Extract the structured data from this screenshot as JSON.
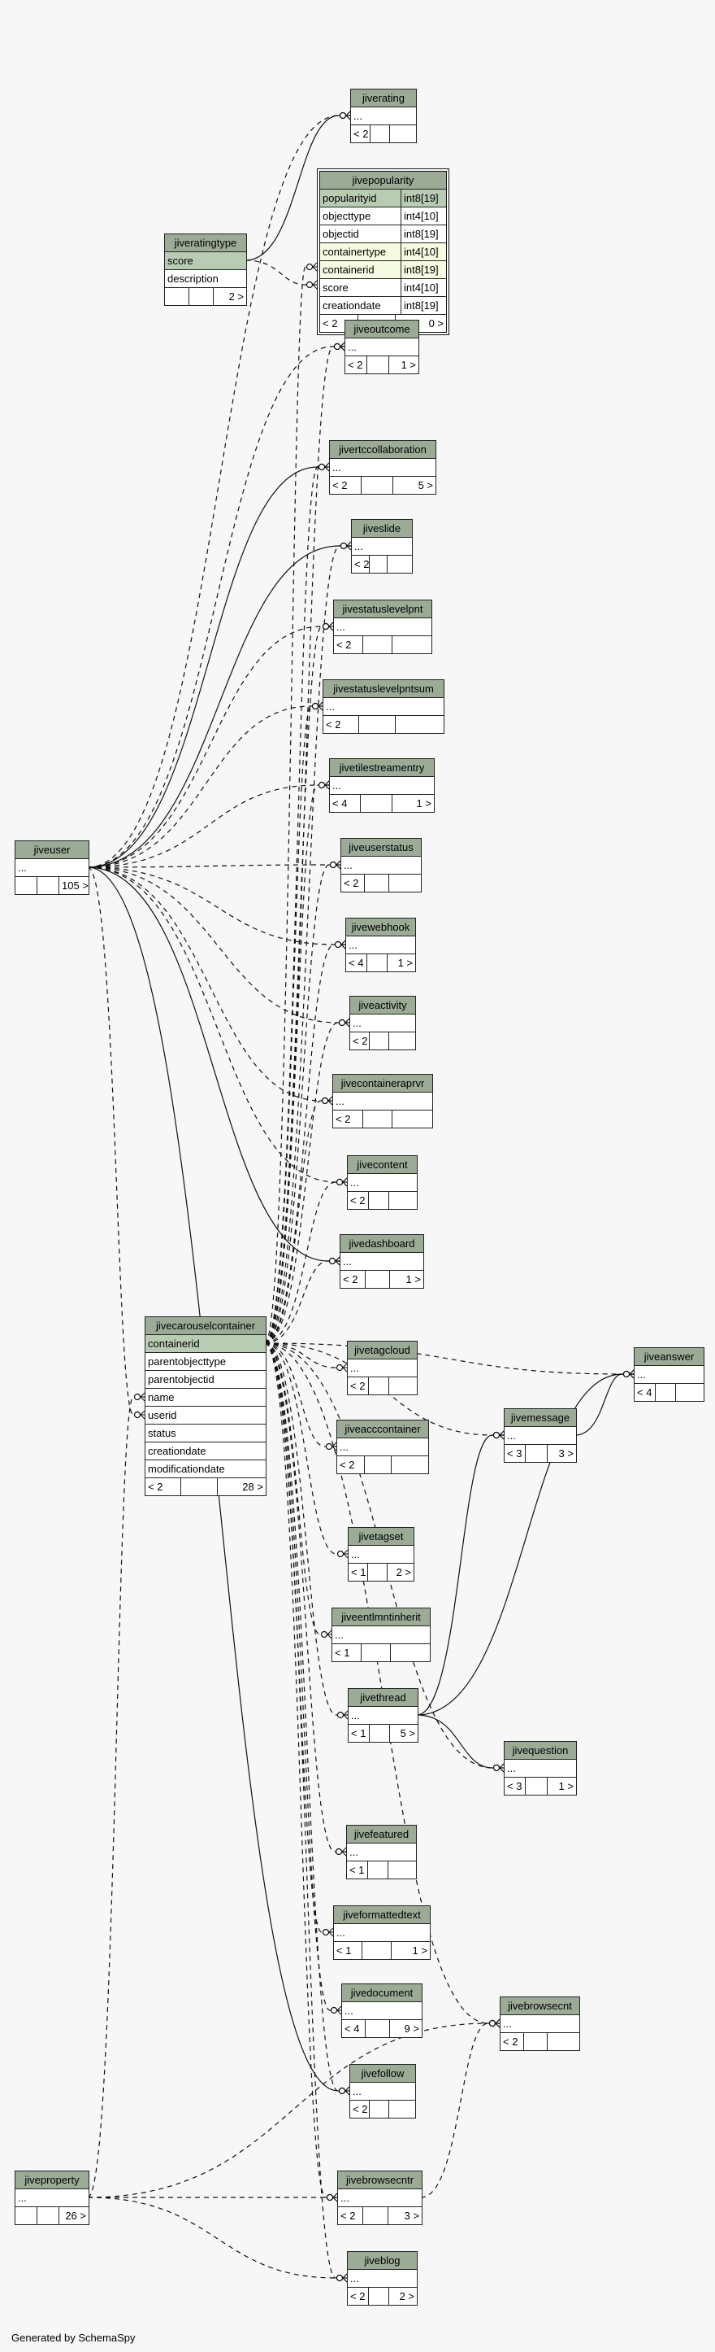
{
  "footer": "Generated by SchemaSpy",
  "tables": {
    "jiverating": {
      "name": "jiverating",
      "rows": [
        "..."
      ],
      "stats": [
        "< 2",
        "",
        ""
      ]
    },
    "jivepopularity": {
      "name": "jivepopularity",
      "columns": [
        {
          "name": "popularityid",
          "type": "int8[19]"
        },
        {
          "name": "objecttype",
          "type": "int4[10]"
        },
        {
          "name": "objectid",
          "type": "int8[19]"
        },
        {
          "name": "containertype",
          "type": "int4[10]"
        },
        {
          "name": "containerid",
          "type": "int8[19]"
        },
        {
          "name": "score",
          "type": "int4[10]"
        },
        {
          "name": "creationdate",
          "type": "int8[19]"
        }
      ],
      "stats": [
        "< 2",
        "",
        "0 >"
      ]
    },
    "jiveratingtype": {
      "name": "jiveratingtype",
      "rows": [
        "score",
        "description"
      ],
      "stats": [
        "",
        "",
        "2 >"
      ]
    },
    "jiveoutcome": {
      "name": "jiveoutcome",
      "rows": [
        "..."
      ],
      "stats": [
        "< 2",
        "",
        "1 >"
      ]
    },
    "jivertccollaboration": {
      "name": "jivertccollaboration",
      "rows": [
        "..."
      ],
      "stats": [
        "< 2",
        "",
        "5 >"
      ]
    },
    "jiveslide": {
      "name": "jiveslide",
      "rows": [
        "..."
      ],
      "stats": [
        "< 2",
        "",
        ""
      ]
    },
    "jivestatuslevelpnt": {
      "name": "jivestatuslevelpnt",
      "rows": [
        "..."
      ],
      "stats": [
        "< 2",
        "",
        ""
      ]
    },
    "jivestatuslevelpntsum": {
      "name": "jivestatuslevelpntsum",
      "rows": [
        "..."
      ],
      "stats": [
        "< 2",
        "",
        ""
      ]
    },
    "jivetilestreamentry": {
      "name": "jivetilestreamentry",
      "rows": [
        "..."
      ],
      "stats": [
        "< 4",
        "",
        "1 >"
      ]
    },
    "jiveuser": {
      "name": "jiveuser",
      "rows": [
        "..."
      ],
      "stats": [
        "",
        "",
        "105 >"
      ]
    },
    "jiveuserstatus": {
      "name": "jiveuserstatus",
      "rows": [
        "..."
      ],
      "stats": [
        "< 2",
        "",
        ""
      ]
    },
    "jivewebhook": {
      "name": "jivewebhook",
      "rows": [
        "..."
      ],
      "stats": [
        "< 4",
        "",
        "1 >"
      ]
    },
    "jiveactivity": {
      "name": "jiveactivity",
      "rows": [
        "..."
      ],
      "stats": [
        "< 2",
        "",
        ""
      ]
    },
    "jivecontaineraprvr": {
      "name": "jivecontaineraprvr",
      "rows": [
        "..."
      ],
      "stats": [
        "< 2",
        "",
        ""
      ]
    },
    "jivecontent": {
      "name": "jivecontent",
      "rows": [
        "..."
      ],
      "stats": [
        "< 2",
        "",
        ""
      ]
    },
    "jivedashboard": {
      "name": "jivedashboard",
      "rows": [
        "..."
      ],
      "stats": [
        "< 2",
        "",
        "1 >"
      ]
    },
    "jivecarouselcontainer": {
      "name": "jivecarouselcontainer",
      "rows": [
        "containerid",
        "parentobjecttype",
        "parentobjectid",
        "name",
        "userid",
        "status",
        "creationdate",
        "modificationdate"
      ],
      "stats": [
        "< 2",
        "",
        "28 >"
      ]
    },
    "jivetagcloud": {
      "name": "jivetagcloud",
      "rows": [
        "..."
      ],
      "stats": [
        "< 2",
        "",
        ""
      ]
    },
    "jiveanswer": {
      "name": "jiveanswer",
      "rows": [
        "..."
      ],
      "stats": [
        "< 4",
        "",
        ""
      ]
    },
    "jiveacccontainer": {
      "name": "jiveacccontainer",
      "rows": [
        "..."
      ],
      "stats": [
        "< 2",
        "",
        ""
      ]
    },
    "jivemessage": {
      "name": "jivemessage",
      "rows": [
        "..."
      ],
      "stats": [
        "< 3",
        "",
        "3 >"
      ]
    },
    "jivetagset": {
      "name": "jivetagset",
      "rows": [
        "..."
      ],
      "stats": [
        "< 1",
        "",
        "2 >"
      ]
    },
    "jiveentlmntinherit": {
      "name": "jiveentlmntinherit",
      "rows": [
        "..."
      ],
      "stats": [
        "< 1",
        "",
        ""
      ]
    },
    "jivethread": {
      "name": "jivethread",
      "rows": [
        "..."
      ],
      "stats": [
        "< 1",
        "",
        "5 >"
      ]
    },
    "jivequestion": {
      "name": "jivequestion",
      "rows": [
        "..."
      ],
      "stats": [
        "< 3",
        "",
        "1 >"
      ]
    },
    "jivefeatured": {
      "name": "jivefeatured",
      "rows": [
        "..."
      ],
      "stats": [
        "< 1",
        "",
        ""
      ]
    },
    "jiveformattedtext": {
      "name": "jiveformattedtext",
      "rows": [
        "..."
      ],
      "stats": [
        "< 1",
        "",
        "1 >"
      ]
    },
    "jivedocument": {
      "name": "jivedocument",
      "rows": [
        "..."
      ],
      "stats": [
        "< 4",
        "",
        "9 >"
      ]
    },
    "jivebrowsecnt": {
      "name": "jivebrowsecnt",
      "rows": [
        "..."
      ],
      "stats": [
        "< 2",
        "",
        ""
      ]
    },
    "jivefollow": {
      "name": "jivefollow",
      "rows": [
        "..."
      ],
      "stats": [
        "< 2",
        "",
        ""
      ]
    },
    "jiveproperty": {
      "name": "jiveproperty",
      "rows": [
        "..."
      ],
      "stats": [
        "",
        "",
        "26 >"
      ]
    },
    "jivebrowsecntr": {
      "name": "jivebrowsecntr",
      "rows": [
        "..."
      ],
      "stats": [
        "< 2",
        "",
        "3 >"
      ]
    },
    "jiveblog": {
      "name": "jiveblog",
      "rows": [
        "..."
      ],
      "stats": [
        "< 2",
        "",
        "2 >"
      ]
    }
  }
}
